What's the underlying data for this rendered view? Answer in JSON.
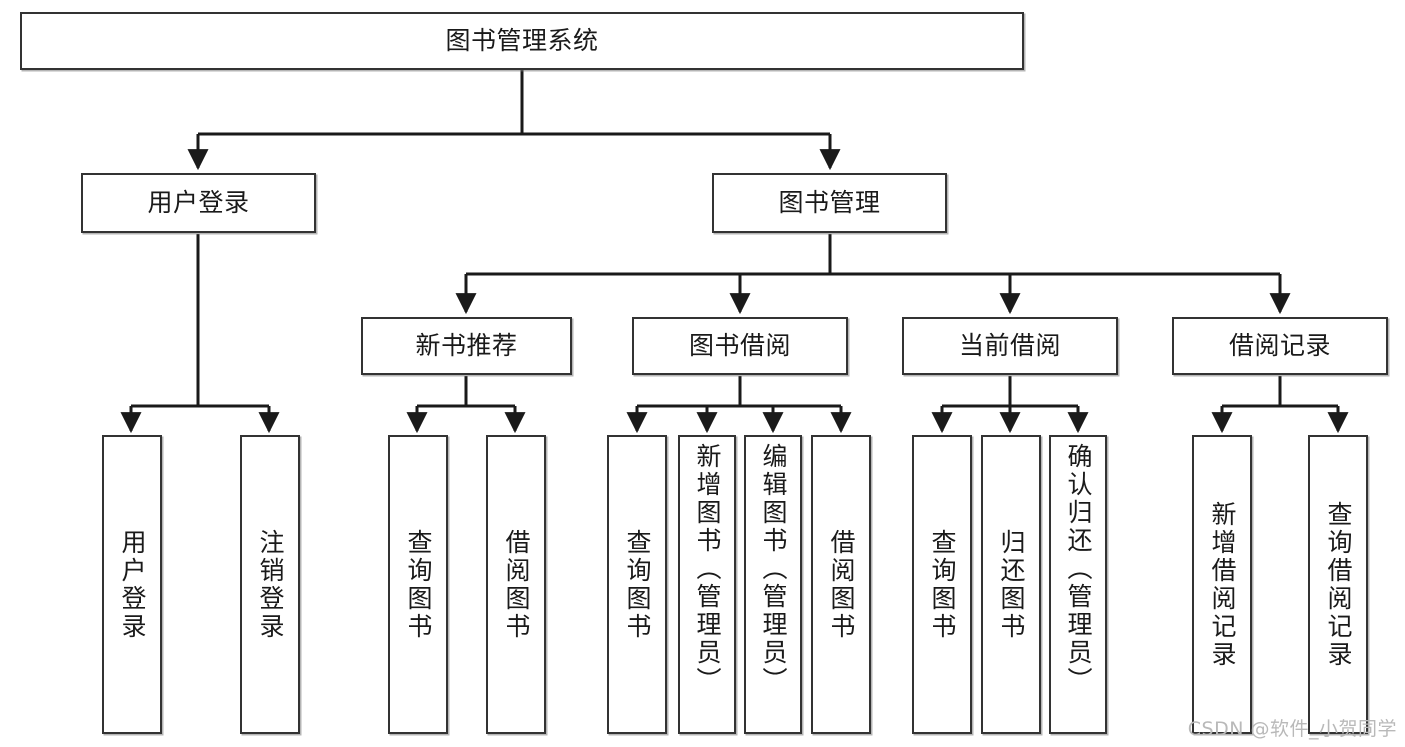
{
  "diagram": {
    "title": "图书管理系统",
    "type": "hierarchy-tree",
    "colors": {
      "box_border": "#333333",
      "box_fill": "#ffffff",
      "edge": "#1a1a1a",
      "watermark": "#b9b9b9",
      "background": "#ffffff"
    },
    "nodes": {
      "root": {
        "label": "图书管理系统"
      },
      "level2": [
        {
          "id": "user-login",
          "label": "用户登录"
        },
        {
          "id": "book-management",
          "label": "图书管理"
        }
      ],
      "level3": [
        {
          "id": "new-book-recommend",
          "label": "新书推荐"
        },
        {
          "id": "book-borrow",
          "label": "图书借阅"
        },
        {
          "id": "current-borrow",
          "label": "当前借阅"
        },
        {
          "id": "borrow-record",
          "label": "借阅记录"
        }
      ],
      "leaves": {
        "user_login": [
          {
            "id": "leaf-user-login",
            "label": "用户登录"
          },
          {
            "id": "leaf-logout-login",
            "label": "注销登录"
          }
        ],
        "new_book_recommend": [
          {
            "id": "leaf-query-book-1",
            "label": "查询图书"
          },
          {
            "id": "leaf-borrow-book-1",
            "label": "借阅图书"
          }
        ],
        "book_borrow": [
          {
            "id": "leaf-query-book-2",
            "label": "查询图书"
          },
          {
            "id": "leaf-add-book",
            "label": "新增图书（管理员）"
          },
          {
            "id": "leaf-edit-book",
            "label": "编辑图书（管理员）"
          },
          {
            "id": "leaf-borrow-book-2",
            "label": "借阅图书"
          }
        ],
        "current_borrow": [
          {
            "id": "leaf-query-book-3",
            "label": "查询图书"
          },
          {
            "id": "leaf-return-book",
            "label": "归还图书"
          },
          {
            "id": "leaf-confirm-return",
            "label": "确认归还（管理员）"
          }
        ],
        "borrow_record": [
          {
            "id": "leaf-add-borrow-record",
            "label": "新增借阅记录"
          },
          {
            "id": "leaf-query-borrow-record",
            "label": "查询借阅记录"
          }
        ]
      }
    }
  },
  "watermark": {
    "text": "CSDN @软件_小贺同学"
  }
}
